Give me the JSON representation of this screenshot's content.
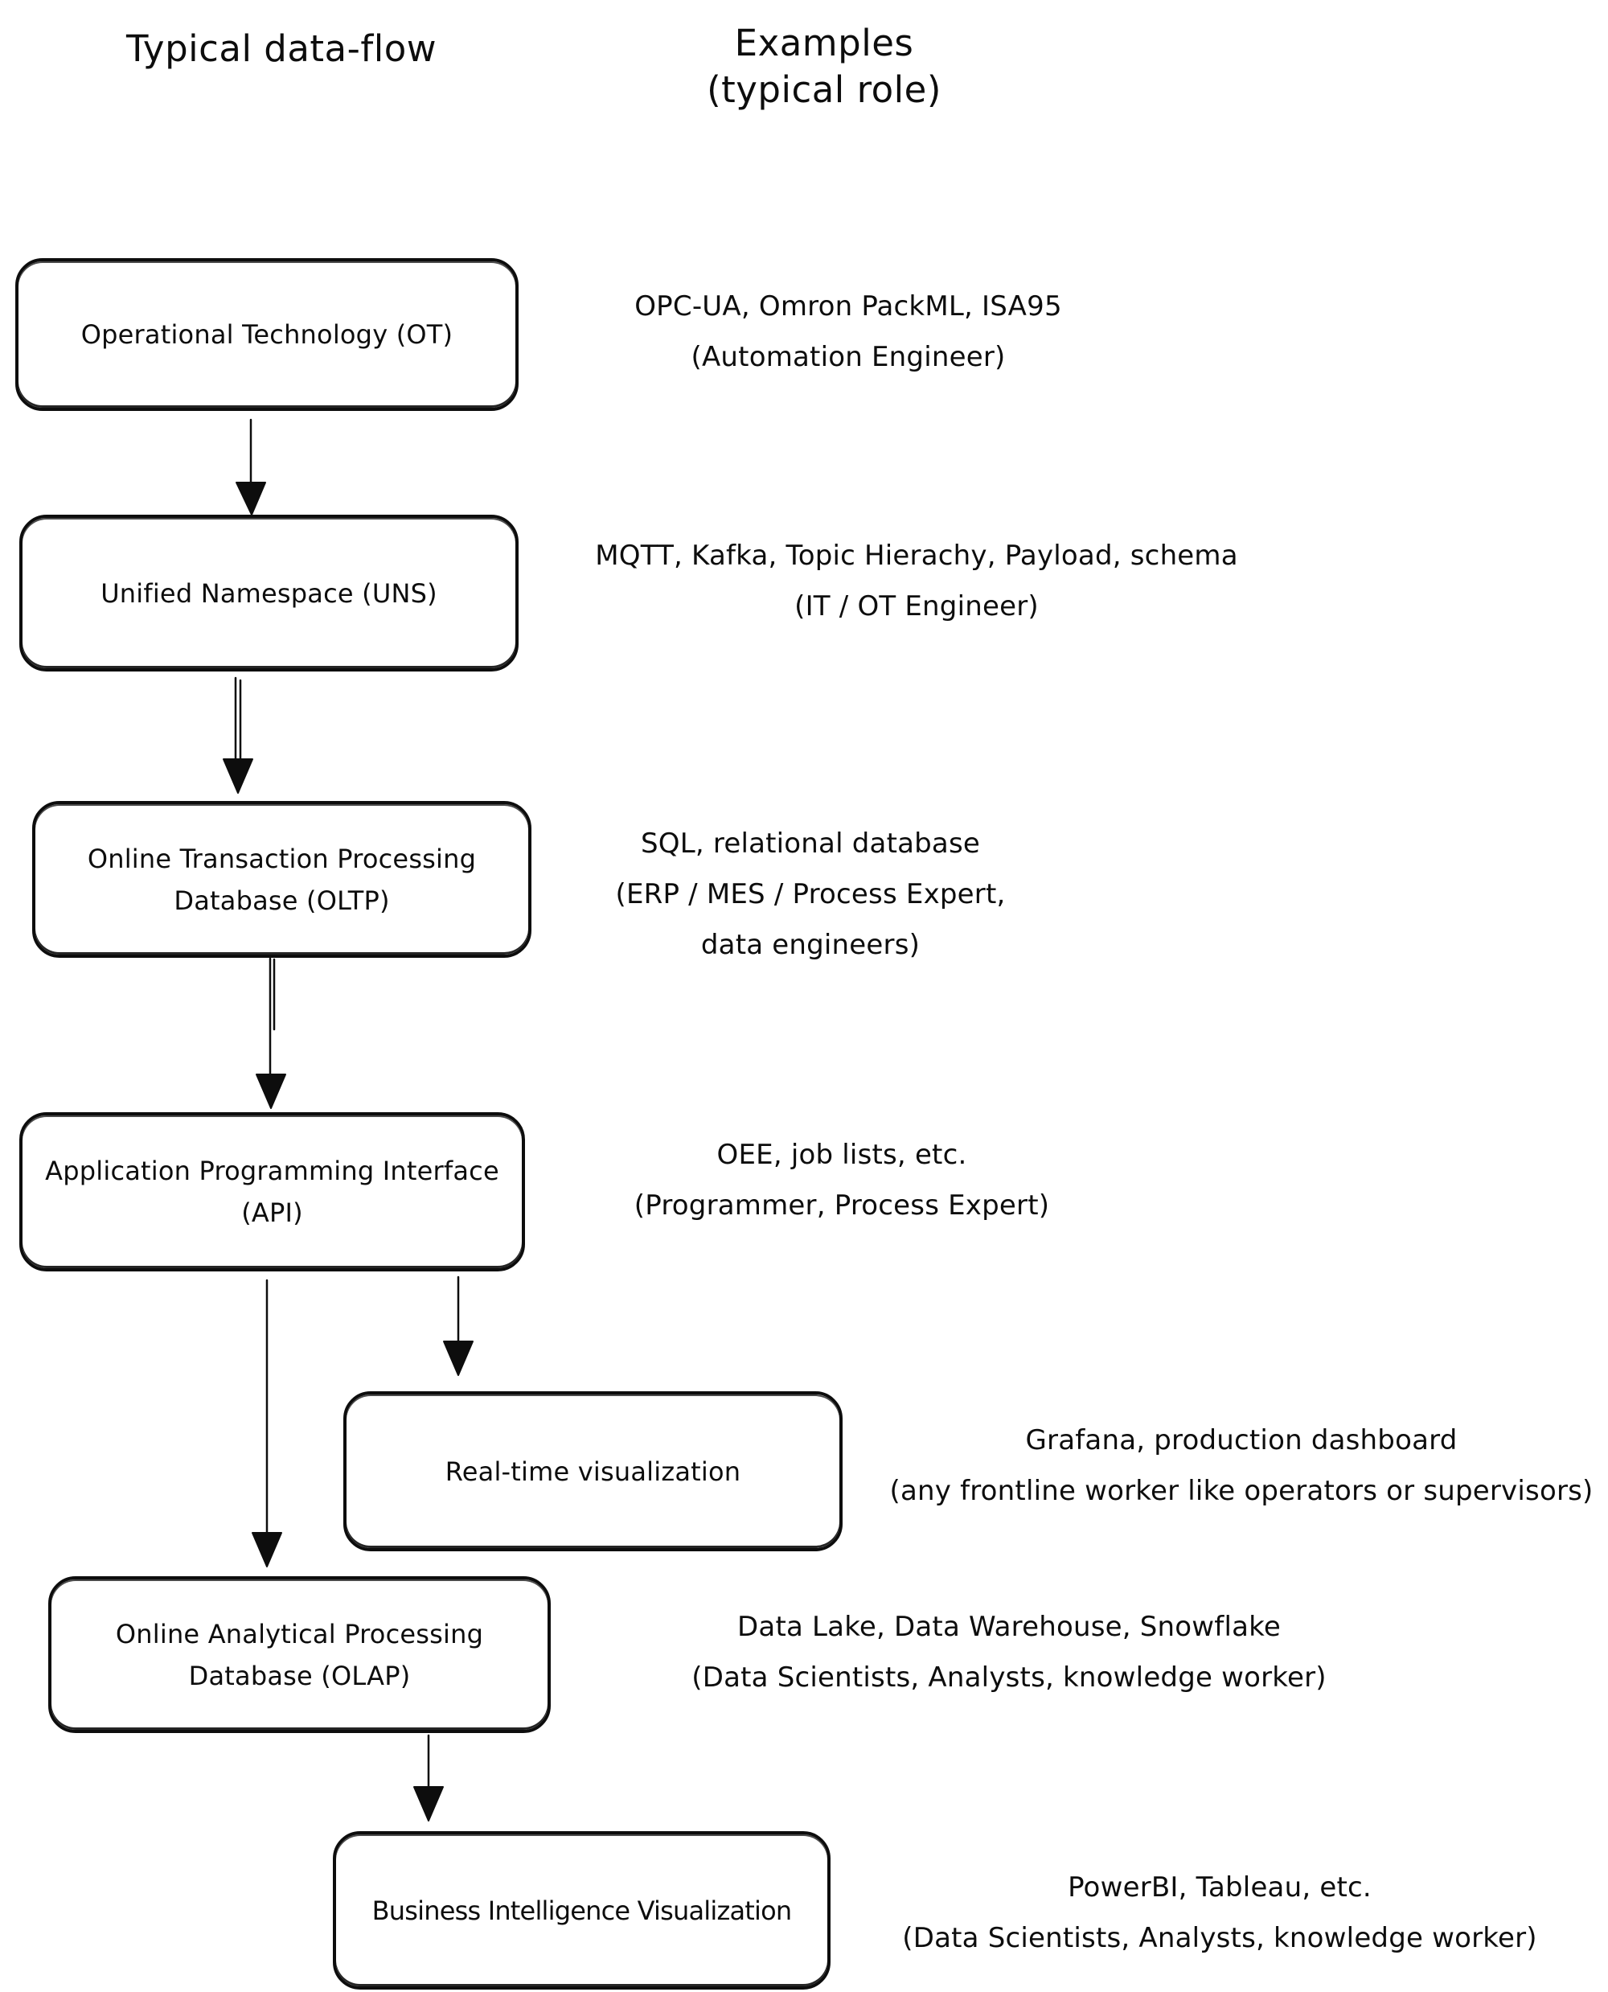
{
  "canvas": {
    "background": "#ffffff",
    "ink": "#0d0d0d"
  },
  "headers": {
    "dataflow_title": "Typical data-flow",
    "examples_title_line1": "Examples",
    "examples_title_line2": "(typical role)"
  },
  "nodes": [
    {
      "id": "ot",
      "label_lines": [
        "Operational Technology (OT)"
      ]
    },
    {
      "id": "uns",
      "label_lines": [
        "Unified Namespace (UNS)"
      ]
    },
    {
      "id": "oltp",
      "label_lines": [
        "Online Transaction Processing",
        "Database (OLTP)"
      ]
    },
    {
      "id": "api",
      "label_lines": [
        "Application Programming Interface",
        "(API)"
      ]
    },
    {
      "id": "rtviz",
      "label_lines": [
        "Real-time visualization"
      ]
    },
    {
      "id": "olap",
      "label_lines": [
        "Online Analytical Processing",
        "Database (OLAP)"
      ]
    },
    {
      "id": "bi",
      "label_lines": [
        "Business Intelligence Visualization"
      ]
    }
  ],
  "examples": [
    {
      "for": "ot",
      "lines": [
        "OPC-UA, Omron PackML, ISA95",
        "(Automation Engineer)"
      ]
    },
    {
      "for": "uns",
      "lines": [
        "MQTT, Kafka, Topic Hierachy, Payload, schema",
        "(IT / OT Engineer)"
      ]
    },
    {
      "for": "oltp",
      "lines": [
        "SQL, relational database",
        "(ERP / MES / Process Expert,",
        "data engineers)"
      ]
    },
    {
      "for": "api",
      "lines": [
        "OEE, job lists, etc.",
        "(Programmer, Process Expert)"
      ]
    },
    {
      "for": "rtviz",
      "lines": [
        "Grafana, production dashboard",
        "(any frontline worker like operators or supervisors)"
      ]
    },
    {
      "for": "olap",
      "lines": [
        "Data Lake, Data Warehouse, Snowflake",
        "(Data Scientists, Analysts, knowledge worker)"
      ]
    },
    {
      "for": "bi",
      "lines": [
        "PowerBI, Tableau, etc.",
        "(Data Scientists, Analysts, knowledge worker)"
      ]
    }
  ],
  "arrows": [
    {
      "from": "ot",
      "to": "uns"
    },
    {
      "from": "uns",
      "to": "oltp"
    },
    {
      "from": "oltp",
      "to": "api"
    },
    {
      "from": "api",
      "to": "olap"
    },
    {
      "from": "api",
      "to": "rtviz"
    },
    {
      "from": "olap",
      "to": "bi"
    }
  ]
}
